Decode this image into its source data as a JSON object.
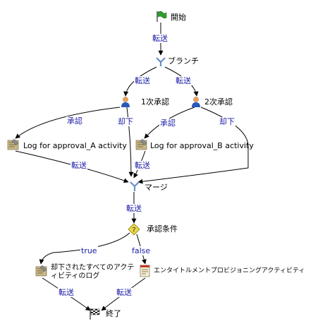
{
  "nodes": {
    "start": "開始",
    "branch": "ブランチ",
    "approve1": "1次承認",
    "approve2": "2次承認",
    "log_a": "Log for approval_A activity",
    "log_b": "Log for approval_B activity",
    "merge": "マージ",
    "condition": "承認条件",
    "reject_log": "却下されたすべてのアクティビティのログ",
    "entitlement": "エンタイトルメントプロビジョニングアクティビティ",
    "end": "終了"
  },
  "edges": {
    "start_branch": "転送",
    "branch_a1": "転送",
    "branch_a2": "転送",
    "a1_approve": "承認",
    "a1_reject": "却下",
    "a2_approve": "承認",
    "a2_reject": "却下",
    "loga_merge": "転送",
    "logb_merge": "転送",
    "merge_cond": "転送",
    "cond_true": "true",
    "cond_false": "false",
    "reject_end": "転送",
    "ent_end": "転送"
  },
  "colors": {
    "edge_line": "#000000",
    "edge_label": "#1a1aa8",
    "flag_green": "#2e9e2e",
    "person_head": "#e8a05a",
    "person_body": "#2a5ab8",
    "diamond": "#e8d84a"
  }
}
